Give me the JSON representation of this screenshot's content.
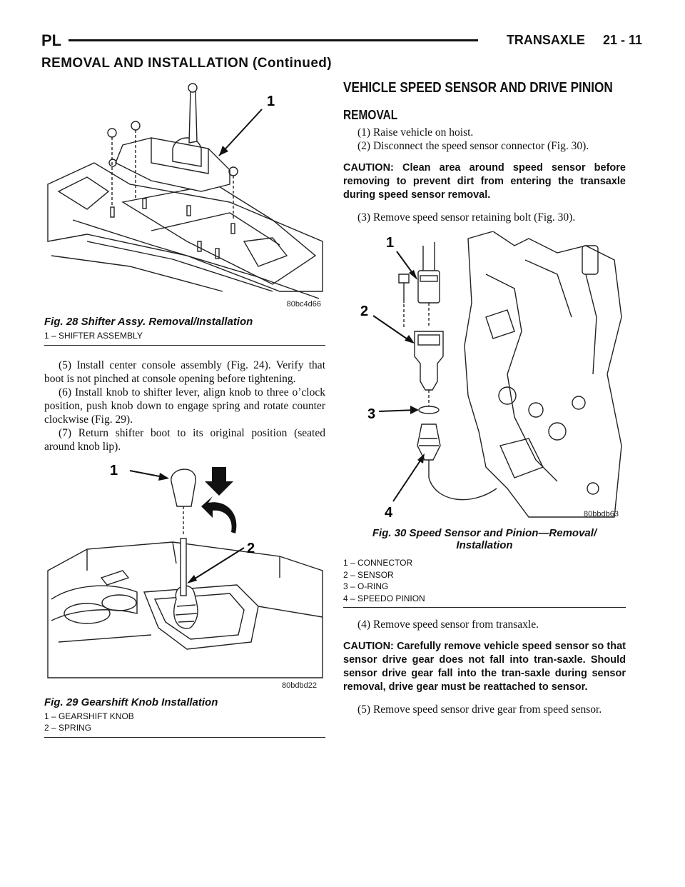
{
  "header": {
    "left": "PL",
    "right": "TRANSAXLE     21 - 11",
    "continued": "REMOVAL AND INSTALLATION (Continued)"
  },
  "fig28": {
    "code": "80bc4d66",
    "callouts": [
      "1"
    ],
    "title": "Fig. 28 Shifter Assy. Removal/Installation",
    "legend": [
      "1 – SHIFTER ASSEMBLY"
    ]
  },
  "left_text": {
    "step5": "(5) Install center console assembly (Fig. 24). Verify that boot is not pinched at console opening before tightening.",
    "step6": "(6) Install knob to shifter lever, align knob to three o’clock position, push knob down to engage spring and rotate counter clockwise (Fig. 29).",
    "step7": "(7) Return shifter boot to its original position (seated around knob lip)."
  },
  "fig29": {
    "code": "80bdbd22",
    "callouts": [
      "1",
      "2"
    ],
    "title": "Fig. 29 Gearshift Knob Installation",
    "legend": [
      "1 – GEARSHIFT KNOB",
      "2 – SPRING"
    ]
  },
  "right": {
    "section_title": "VEHICLE SPEED SENSOR AND DRIVE PINION",
    "subsection": "REMOVAL",
    "step1": "(1) Raise vehicle on hoist.",
    "step2": "(2) Disconnect the speed sensor connector (Fig. 30).",
    "caution1": "CAUTION: Clean area around speed sensor before removing to prevent dirt from entering the transaxle during speed sensor removal.",
    "step3": "(3) Remove speed sensor retaining bolt (Fig. 30).",
    "step4": "(4) Remove speed sensor from transaxle.",
    "caution2": "CAUTION: Carefully remove vehicle speed sensor so that sensor drive gear does not fall into tran-saxle. Should sensor drive gear fall into the tran-saxle during sensor removal, drive gear must be reattached to sensor.",
    "step5": "(5) Remove speed sensor drive gear from speed sensor."
  },
  "fig30": {
    "code": "80bbdb63",
    "callouts": [
      "1",
      "2",
      "3",
      "4"
    ],
    "title_line1": "Fig. 30 Speed Sensor and Pinion—Removal/",
    "title_line2": "Installation",
    "legend": [
      "1 – CONNECTOR",
      "2 – SENSOR",
      "3 – O-RING",
      "4 – SPEEDO PINION"
    ]
  }
}
